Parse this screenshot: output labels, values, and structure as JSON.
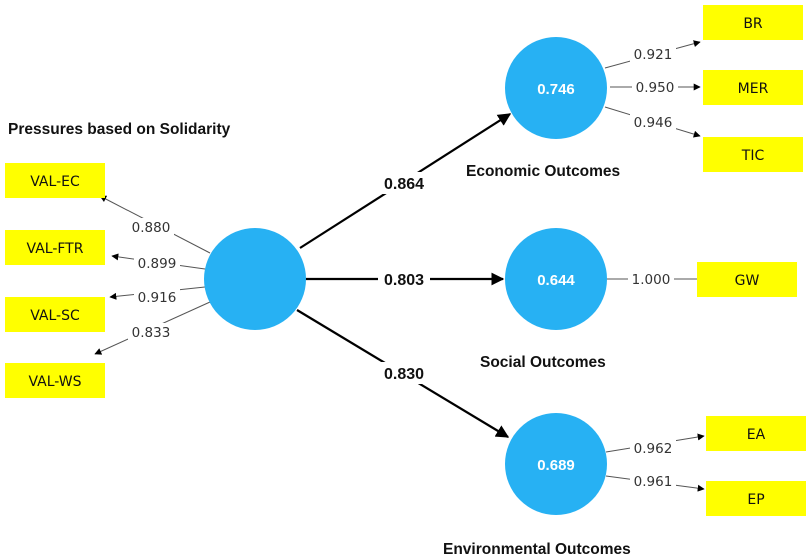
{
  "constructs": {
    "solidarity": {
      "name": "Pressures based on Solidarity",
      "r2": ""
    },
    "economic": {
      "name": "Economic Outcomes",
      "r2": "0.746"
    },
    "social": {
      "name": "Social Outcomes",
      "r2": "0.644"
    },
    "environmental": {
      "name": "Environmental Outcomes",
      "r2": "0.689"
    }
  },
  "paths": {
    "to_economic": "0.864",
    "to_social": "0.803",
    "to_environmental": "0.830"
  },
  "indicators": {
    "val_ec": {
      "label": "VAL-EC",
      "loading": "0.880"
    },
    "val_ftr": {
      "label": "VAL-FTR",
      "loading": "0.899"
    },
    "val_sc": {
      "label": "VAL-SC",
      "loading": "0.916"
    },
    "val_ws": {
      "label": "VAL-WS",
      "loading": "0.833"
    },
    "br": {
      "label": "BR",
      "loading": "0.921"
    },
    "mer": {
      "label": "MER",
      "loading": "0.950"
    },
    "tic": {
      "label": "TIC",
      "loading": "0.946"
    },
    "gw": {
      "label": "GW",
      "loading": "1.000"
    },
    "ea": {
      "label": "EA",
      "loading": "0.962"
    },
    "ep": {
      "label": "EP",
      "loading": "0.961"
    }
  },
  "colors": {
    "construct_fill": "#27b1f3",
    "indicator_fill": "#ffff00",
    "line": "#000000"
  }
}
